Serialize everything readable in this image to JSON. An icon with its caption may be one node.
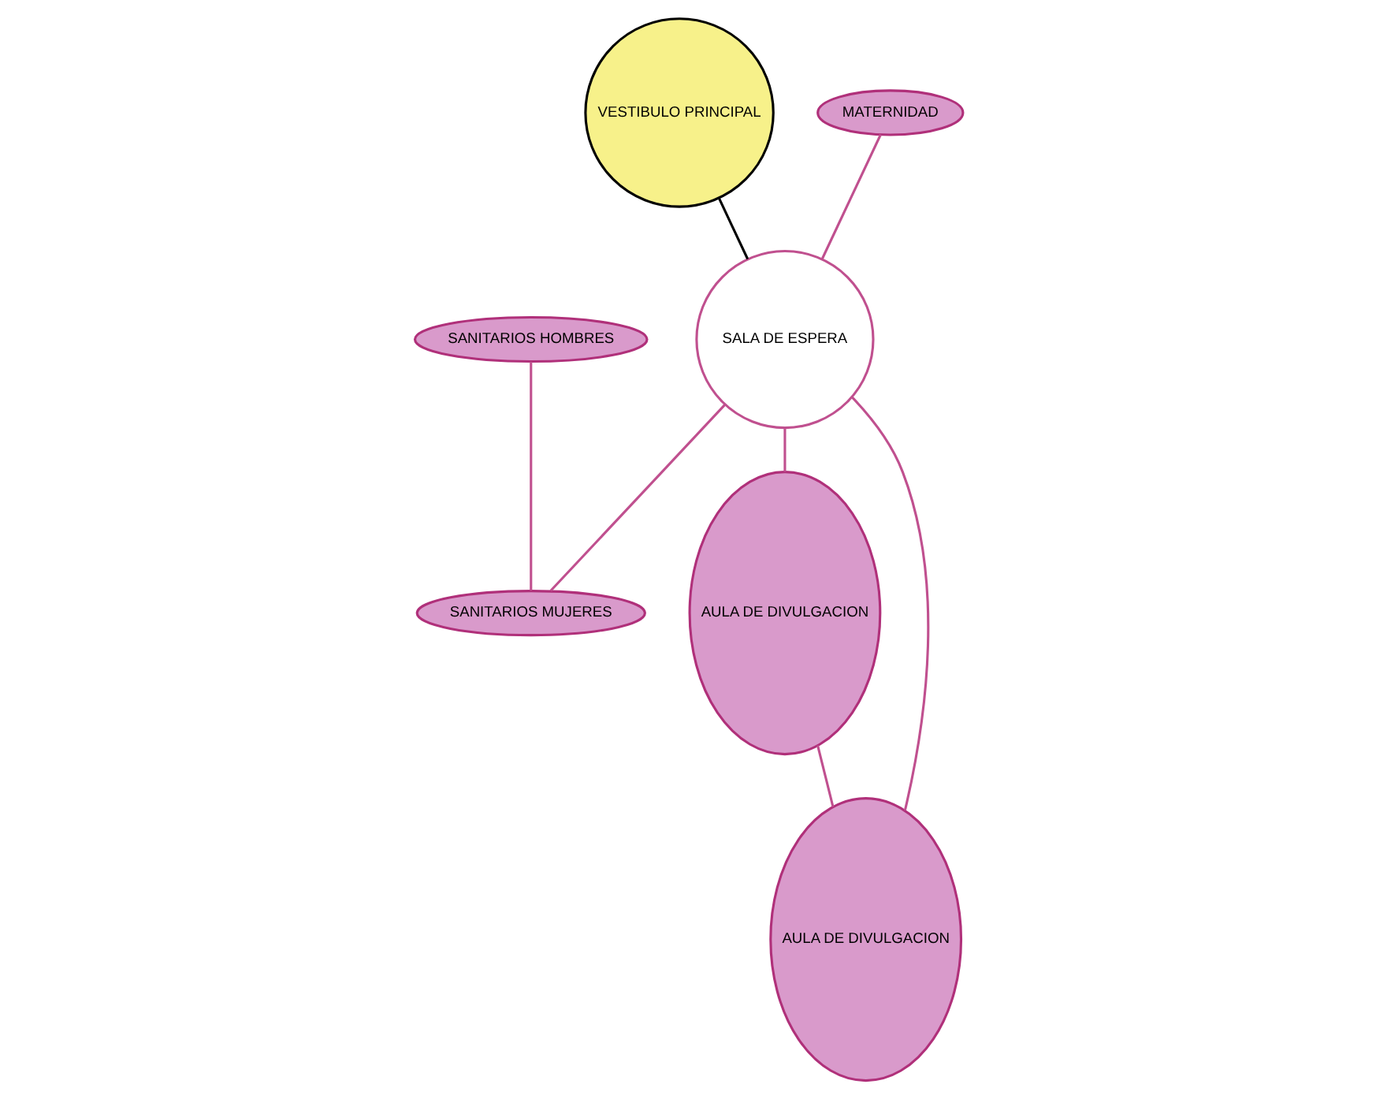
{
  "diagram": {
    "nodes": [
      {
        "text": [
          "VESTIBULO PRINCIPAL"
        ]
      },
      {
        "text": [
          "SALA DE ESPERA"
        ]
      },
      {
        "text": [
          "MATERNIDAD"
        ]
      },
      {
        "text": [
          "SANITARIOS HOMBRES"
        ]
      },
      {
        "text": [
          "SANITARIOS MUJERES"
        ]
      },
      {
        "text": [
          "AULA DE DIVULGACION"
        ]
      },
      {
        "text": [
          "AULA DE DIVULGACION"
        ]
      }
    ],
    "edges": [
      {
        "from": 0,
        "to": 1,
        "arrow": "none",
        "color": "#000000"
      },
      {
        "from": 1,
        "to": 4,
        "arrow": "none"
      },
      {
        "from": 2,
        "to": 1,
        "arrow": "none"
      },
      {
        "from": 3,
        "to": 4,
        "arrow": "none"
      },
      {
        "from": 1,
        "to": 5,
        "arrow": "none"
      },
      {
        "from": 1,
        "to": 6,
        "arrow": "none"
      },
      {
        "from": 5,
        "to": 6,
        "arrow": "none"
      }
    ]
  }
}
